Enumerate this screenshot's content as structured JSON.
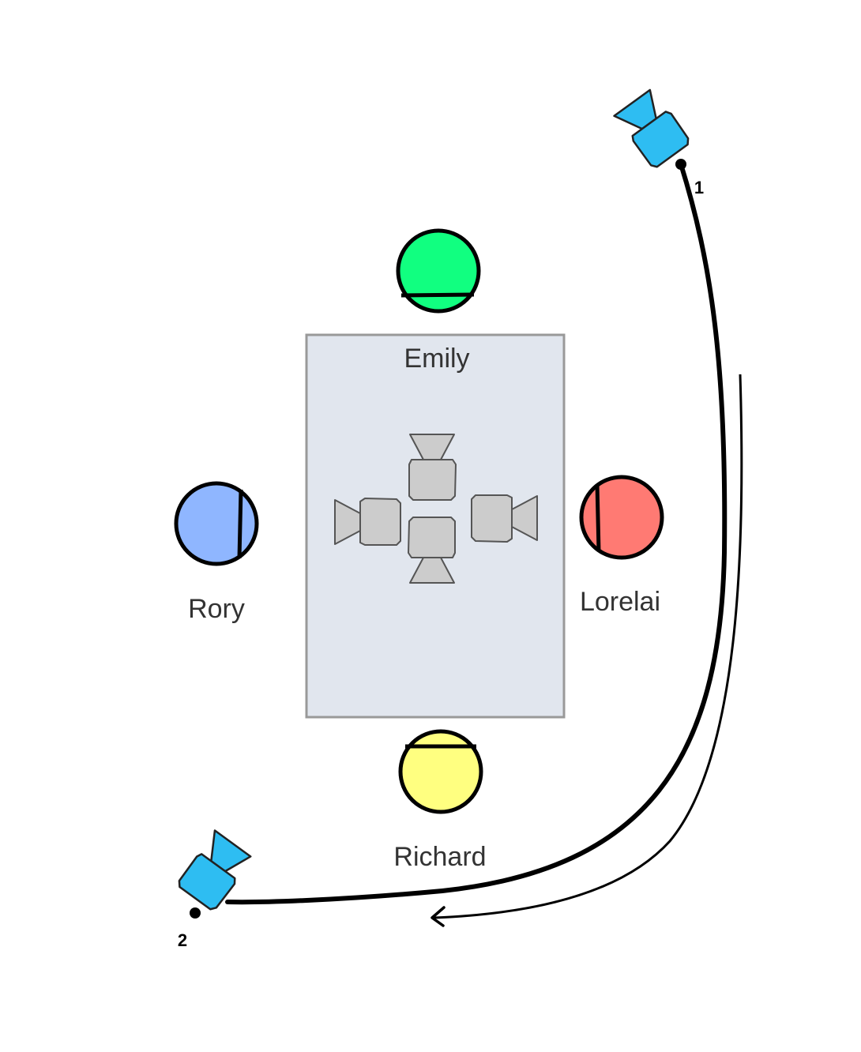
{
  "table": {
    "fill": "#e1e6ee",
    "stroke": "#999999"
  },
  "characters": [
    {
      "name": "Emily",
      "color": "#11ff80"
    },
    {
      "name": "Rory",
      "color": "#8fb6ff"
    },
    {
      "name": "Lorelai",
      "color": "#ff7a73"
    },
    {
      "name": "Richard",
      "color": "#ffff80"
    }
  ],
  "cameras": {
    "path_camera_color": "#2ebdf2",
    "table_camera_color": "#cccccc",
    "positions": [
      {
        "label": "1",
        "icon": "camera-icon"
      },
      {
        "label": "2",
        "icon": "camera-icon"
      }
    ],
    "table_cameras": [
      {
        "facing": "up",
        "icon": "camera-icon"
      },
      {
        "facing": "left",
        "icon": "camera-icon"
      },
      {
        "facing": "right",
        "icon": "camera-icon"
      },
      {
        "facing": "down",
        "icon": "camera-icon"
      }
    ]
  },
  "move_arrow": {
    "icon": "arrow-icon"
  }
}
